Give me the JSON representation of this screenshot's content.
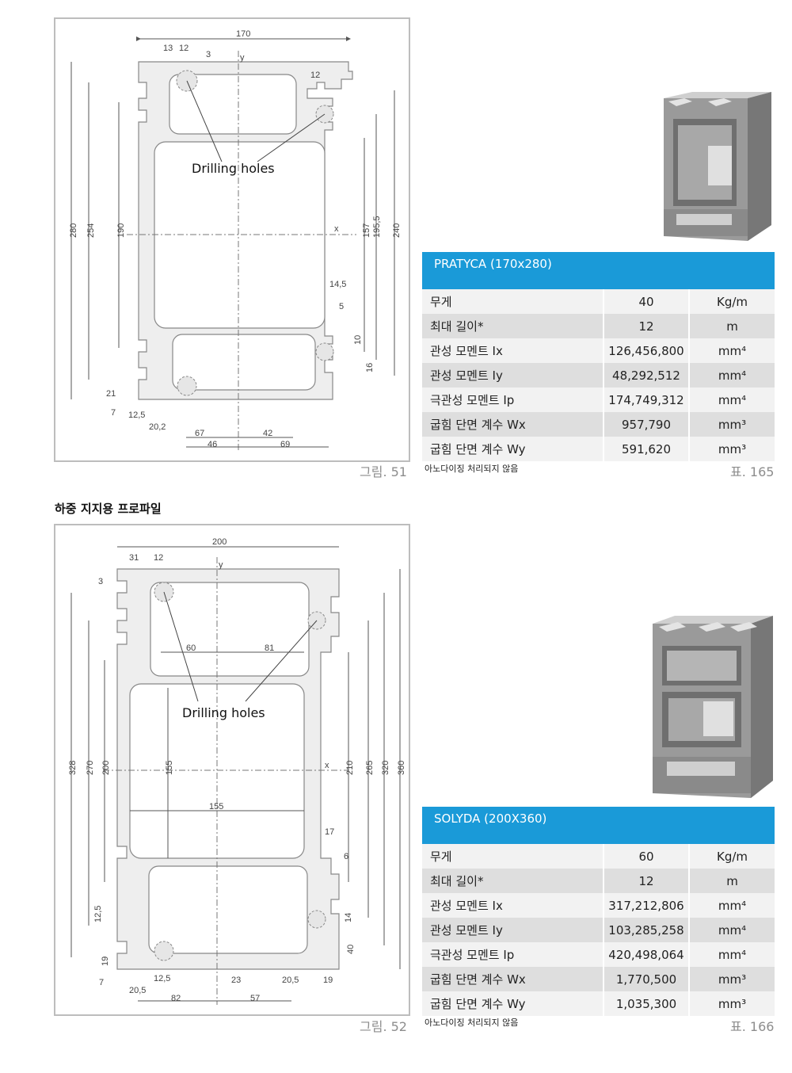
{
  "figures": [
    {
      "caption": "그림. 51",
      "callout": "Drilling holes",
      "dims_h": [
        "170",
        "13",
        "12",
        "3",
        "12",
        "14,5",
        "5",
        "12,5",
        "20,2",
        "67",
        "42",
        "46",
        "69",
        "21",
        "7"
      ],
      "dims_v": [
        "280",
        "254",
        "190",
        "157",
        "195,5",
        "240",
        "10",
        "16"
      ]
    },
    {
      "caption": "그림. 52",
      "callout": "Drilling holes",
      "dims_h": [
        "200",
        "31",
        "12",
        "60",
        "81",
        "155",
        "17",
        "6",
        "12,5",
        "20,5",
        "82",
        "23",
        "57",
        "20,5",
        "19",
        "3",
        "7"
      ],
      "dims_v": [
        "328",
        "270",
        "200",
        "155",
        "210",
        "265",
        "320",
        "360",
        "12,5",
        "19",
        "14",
        "40"
      ]
    }
  ],
  "section_heading": "하중 지지용 프로파일",
  "tables": [
    {
      "title": "PRATYCA (170x280)",
      "rows": [
        {
          "label": "무게",
          "value": "40",
          "unit": "Kg/m"
        },
        {
          "label": "최대 길이*",
          "value": "12",
          "unit": "m"
        },
        {
          "label": "관성 모멘트 Ix",
          "value": "126,456,800",
          "unit": "mm⁴"
        },
        {
          "label": "관성 모멘트 Iy",
          "value": "48,292,512",
          "unit": "mm⁴"
        },
        {
          "label": "극관성 모멘트 Ip",
          "value": "174,749,312",
          "unit": "mm⁴"
        },
        {
          "label": "굽힘 단면 계수 Wx",
          "value": "957,790",
          "unit": "mm³"
        },
        {
          "label": "굽힘 단면 계수 Wy",
          "value": "591,620",
          "unit": "mm³"
        }
      ],
      "footnote": "아노다이징 처리되지 않음",
      "caption": "표. 165"
    },
    {
      "title": "SOLYDA (200X360)",
      "rows": [
        {
          "label": "무게",
          "value": "60",
          "unit": "Kg/m"
        },
        {
          "label": "최대 길이*",
          "value": "12",
          "unit": "m"
        },
        {
          "label": "관성 모멘트 Ix",
          "value": "317,212,806",
          "unit": "mm⁴"
        },
        {
          "label": "관성 모멘트 Iy",
          "value": "103,285,258",
          "unit": "mm⁴"
        },
        {
          "label": "극관성 모멘트 Ip",
          "value": "420,498,064",
          "unit": "mm⁴"
        },
        {
          "label": "굽힘 단면 계수 Wx",
          "value": "1,770,500",
          "unit": "mm³"
        },
        {
          "label": "굽힘 단면 계수 Wy",
          "value": "1,035,300",
          "unit": "mm³"
        }
      ],
      "footnote": "아노다이징 처리되지 않음",
      "caption": "표. 166"
    }
  ],
  "colors": {
    "accent": "#1a9ad8",
    "profile_fill": "#eeeeee",
    "profile_stroke": "#888888",
    "row_light": "#f2f2f2",
    "row_dark": "#dedede"
  }
}
